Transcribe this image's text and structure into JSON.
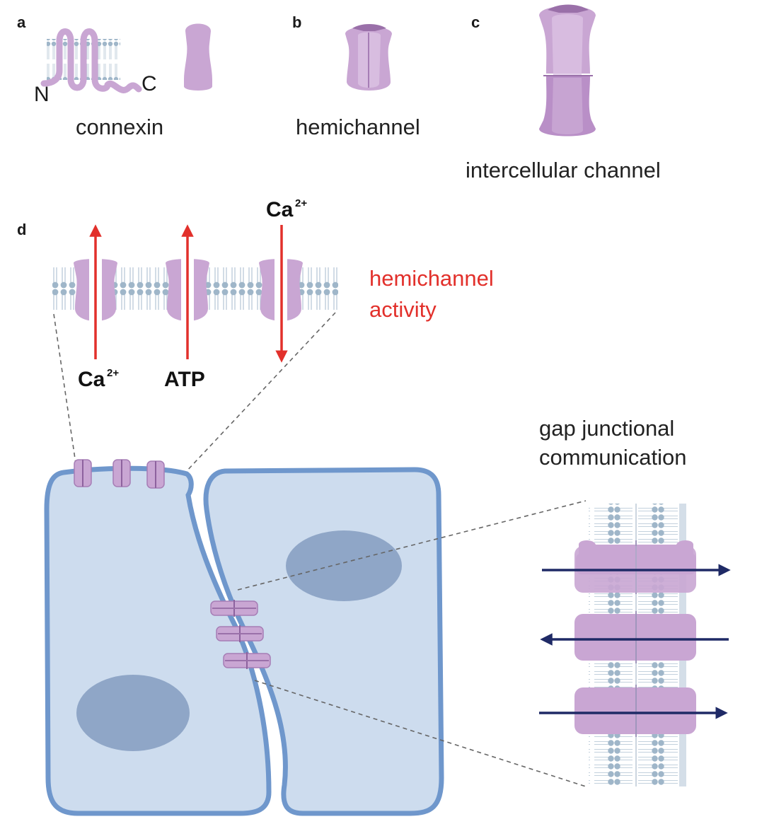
{
  "panels": {
    "a": {
      "letter": "a",
      "caption": "connexin",
      "n_terminus": "N",
      "c_terminus": "C"
    },
    "b": {
      "letter": "b",
      "caption": "hemichannel"
    },
    "c": {
      "letter": "c",
      "caption": "intercellular channel"
    },
    "d": {
      "letter": "d",
      "hemichannel_label_line1": "hemichannel",
      "hemichannel_label_line2": "activity",
      "flux_top": {
        "ion": "Ca",
        "charge": "2+"
      },
      "flux_bottom_left": {
        "ion": "Ca",
        "charge": "2+"
      },
      "flux_bottom_mid": "ATP",
      "gap_label_line1": "gap junctional",
      "gap_label_line2": "communication"
    }
  },
  "colors": {
    "connexin": "#c9a6d3",
    "connexin_dark": "#a67db5",
    "membrane_head": "#9fb6c9",
    "membrane_tail": "#dbe5ee",
    "cell_fill": "#cddcee",
    "cell_outline": "#6f97cc",
    "nucleus": "#8fa6c7",
    "arrow_red": "#e2302b",
    "arrow_navy": "#1f2a66",
    "label_red": "#e2302b"
  }
}
